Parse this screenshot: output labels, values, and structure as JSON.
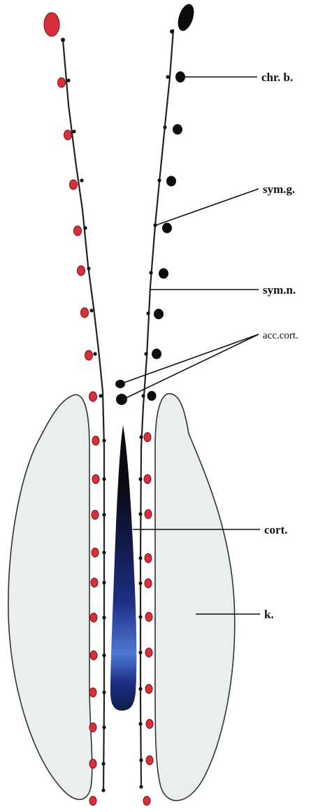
{
  "labels": {
    "chr_b": "chr. b.",
    "sym_g": "sym.g.",
    "sym_n": "sym.n.",
    "acc_cort": "acc.cort.",
    "cort": "cort.",
    "k": "k."
  },
  "colors": {
    "red_ganglion": "#d8303a",
    "red_outline": "#7a1016",
    "black_body": "#0d0d0d",
    "cortex_dark": "#0b0b12",
    "cortex_blue": "#1e2f86",
    "cortex_light_blue": "#4f78d4",
    "kidney_fill": "#e8efee",
    "nerve_line": "#222222"
  },
  "icons": {
    "red_ganglion": "red-ganglion-icon",
    "black_ganglion": "black-ganglion-icon"
  }
}
